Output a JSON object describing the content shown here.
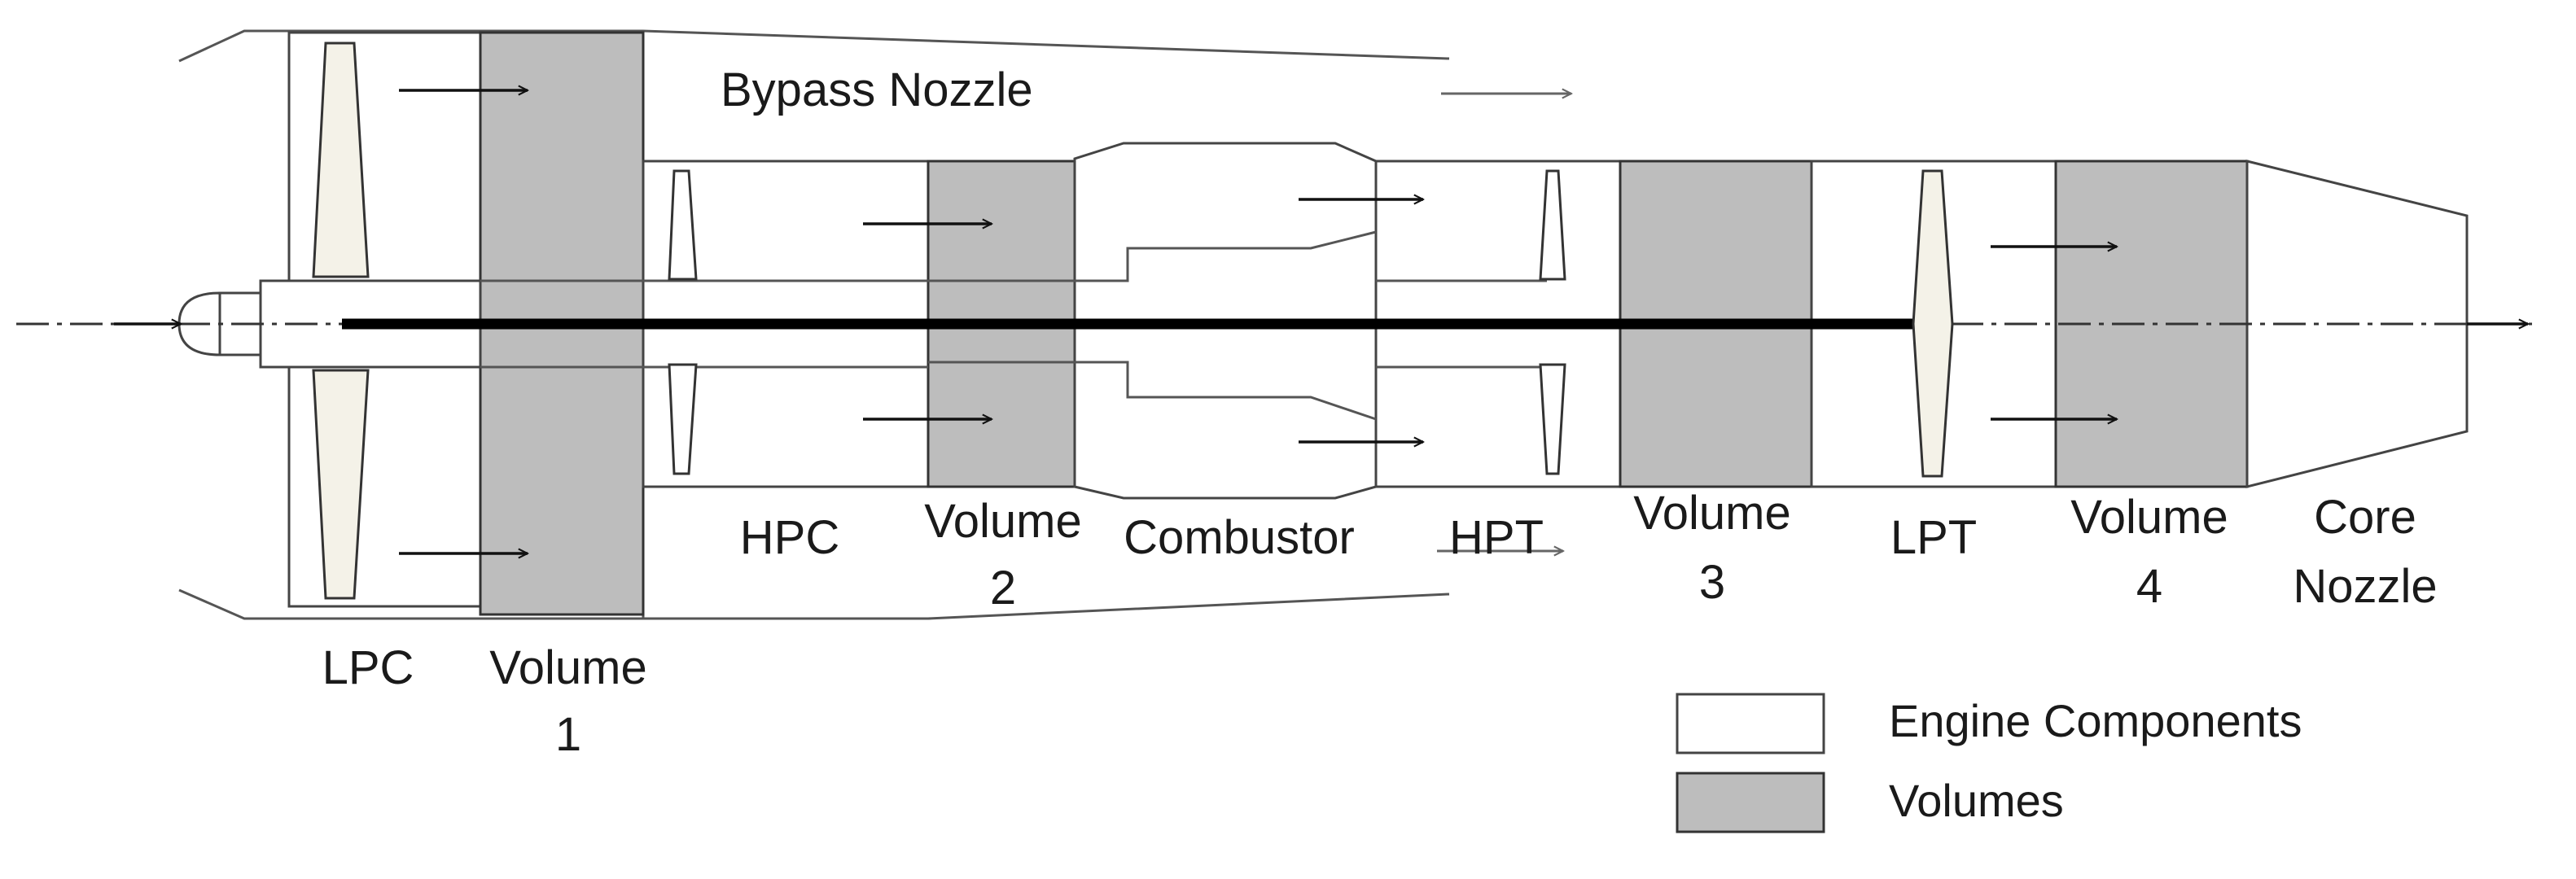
{
  "colors": {
    "volume_fill": "#bdbdbd",
    "component_fill": "#ffffff",
    "blade_fill": "#f4f2e8",
    "shaft": "#000000",
    "outline": "#555555"
  },
  "labels": {
    "bypass_nozzle": "Bypass Nozzle",
    "lpc": "LPC",
    "volume1_line1": "Volume",
    "volume1_line2": "1",
    "hpc": "HPC",
    "volume2_line1": "Volume",
    "volume2_line2": "2",
    "combustor": "Combustor",
    "hpt": "HPT",
    "volume3_line1": "Volume",
    "volume3_line2": "3",
    "lpt": "LPT",
    "volume4_line1": "Volume",
    "volume4_line2": "4",
    "core_nozzle_line1": "Core",
    "core_nozzle_line2": "Nozzle"
  },
  "legend": {
    "components": "Engine Components",
    "volumes": "Volumes"
  }
}
